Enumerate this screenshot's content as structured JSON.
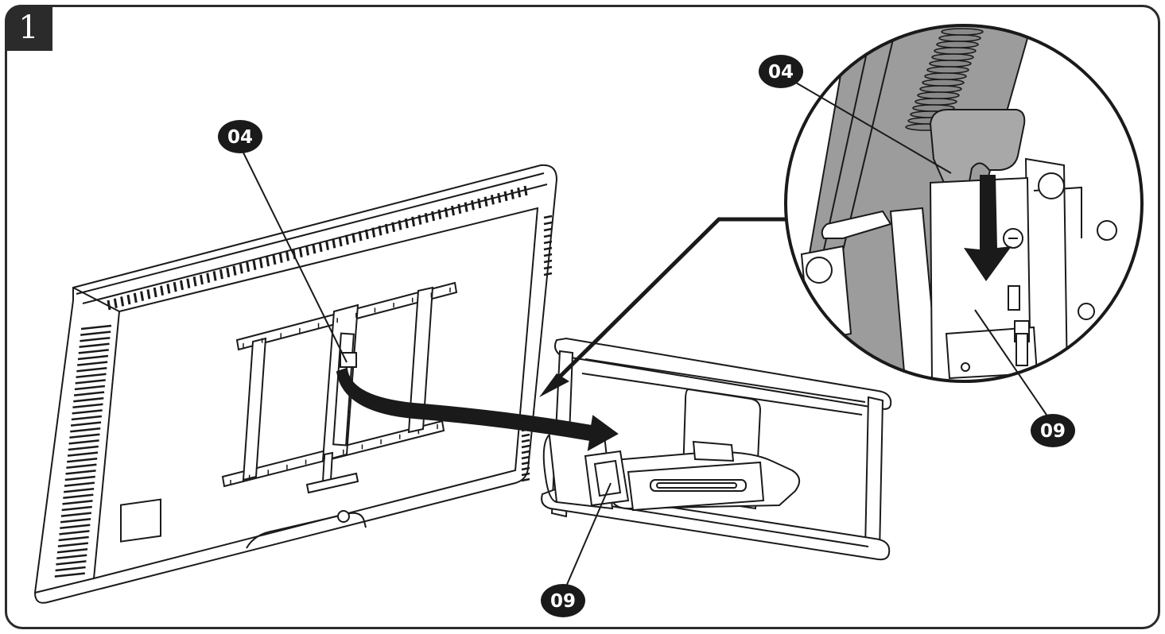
{
  "step": {
    "number": "1"
  },
  "callouts": [
    {
      "id": "tv-bracket-part",
      "label": "04"
    },
    {
      "id": "detail-bracket-part",
      "label": "04"
    },
    {
      "id": "detail-wall-arm-part",
      "label": "09"
    },
    {
      "id": "wall-arm-part",
      "label": "09"
    }
  ],
  "colors": {
    "ink": "#1a1a1a",
    "panel_border": "#2b2b2b",
    "detail_gray": "#9c9c9c",
    "arrow": "#1a1a1a"
  }
}
